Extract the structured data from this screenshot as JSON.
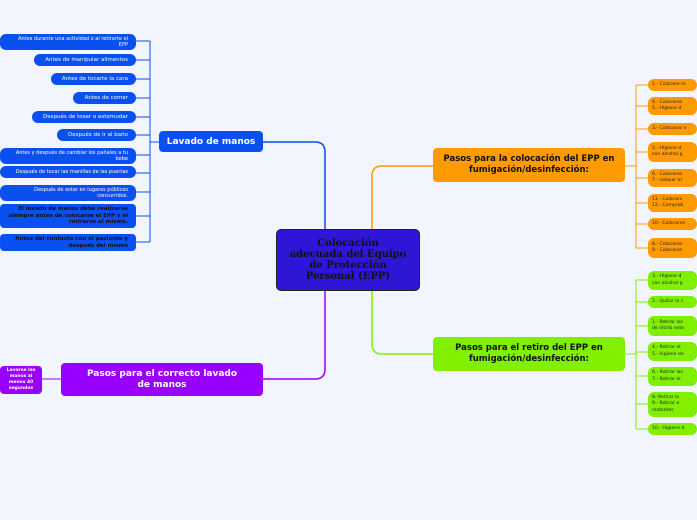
{
  "central": "Colocación adecuada del Equipo de Protección Personal (EPP)",
  "lavado": {
    "title": "Lavado de manos",
    "items": [
      "Antes durante una actividad o al retirarte el EPP",
      "Antes de manipular alimentos",
      "Antes de tocarte la cara",
      "Antes de comer",
      "Después de toser o estornudar",
      "Después de ir al baño",
      "Antes y después de cambiar los pañales a tu bebe",
      "Después de tocar las manillas de las puertas",
      "Después de estar en lugares públicos concurridos.",
      "El lavado de manos debe realizarse siempre antes de colocarse el EPP y al retirarse el mismo.",
      "Antes del contacto con el paciente y después del mismo"
    ]
  },
  "correcto": {
    "title": "Pasos para el correcto lavado de manos",
    "items": [
      "Lavarse las manos\nal menos 40 segundos"
    ]
  },
  "colocacion": {
    "title": "Pasos para la colocación del EPP en fumigación/desinfección:",
    "items": [
      "1.- Colocare ro",
      "4.- Colocarse\n5.- Higiene d",
      "3.- Colocarse e",
      "2.- Higiene d\ncon alcohol g",
      "6.- Colocarse\n7.- colocar el",
      "11.- Colocars\n12.- Comprob",
      "10.- Colocarse",
      "8.- Colocarse\n9.- Colocarse"
    ]
  },
  "retiro": {
    "title": "Pasos para el retiro del EPP en fumigación/desinfección:",
    "items": [
      "3.- Higiene d\ncon alcohol g",
      "2.- Quitar la c",
      "1.- Retirar los\nde nitrilo exte",
      "4.- Retirar el\n5.- higiene de",
      "6.- Retirar las\n7.- Retirar el",
      "8.-Retirar la\n9.- Retirar e\nrestantes",
      "10.- Higiene d"
    ]
  },
  "colors": {
    "blue": "#0a4ff0",
    "orange": "#ff9a00",
    "green": "#80f000",
    "purple": "#9900ff",
    "central": "#2e16d6"
  }
}
